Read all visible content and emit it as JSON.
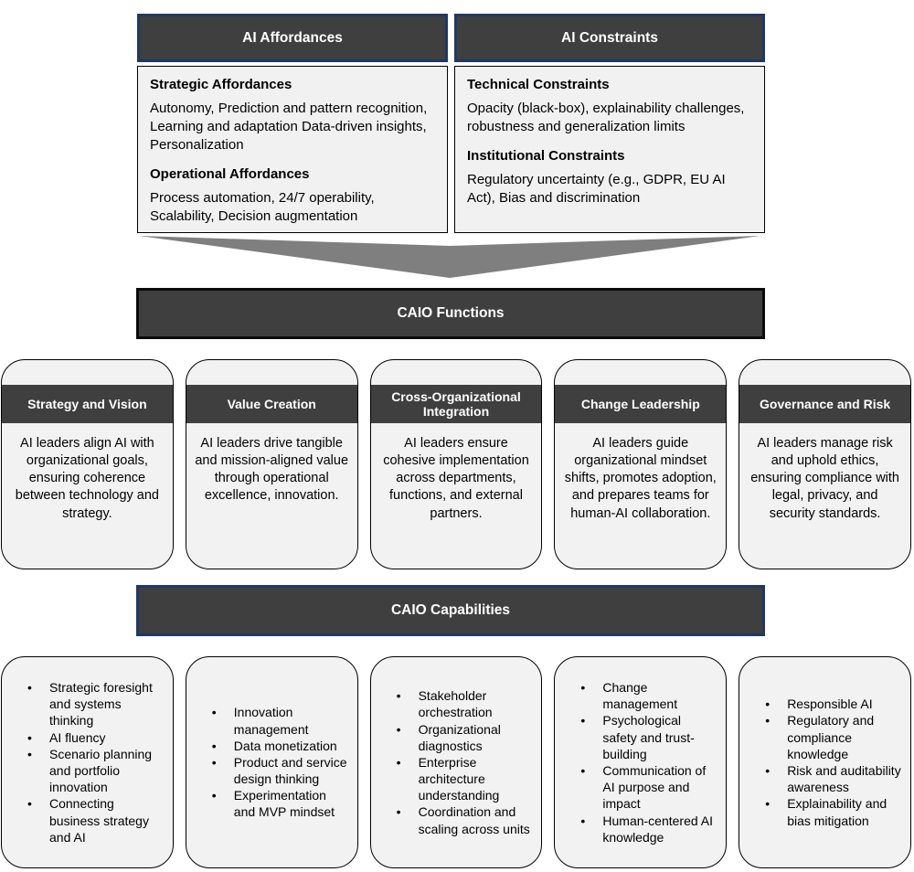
{
  "top": {
    "affordances": {
      "title": "AI Affordances",
      "sections": [
        {
          "heading": "Strategic Affordances",
          "text": "Autonomy, Prediction and pattern recognition, Learning and adaptation Data-driven insights, Personalization"
        },
        {
          "heading": "Operational Affordances",
          "text": "Process automation, 24/7 operability, Scalability, Decision augmentation"
        }
      ]
    },
    "constraints": {
      "title": "AI Constraints",
      "sections": [
        {
          "heading": "Technical Constraints",
          "text": "Opacity (black-box), explainability challenges, robustness and generalization limits"
        },
        {
          "heading": "Institutional Constraints",
          "text": "Regulatory uncertainty (e.g., GDPR, EU AI Act), Bias and discrimination"
        }
      ]
    }
  },
  "functions_banner": "CAIO Functions",
  "functions": [
    {
      "title": "Strategy and Vision",
      "text": "AI leaders align AI with organizational goals, ensuring coherence between technology and strategy."
    },
    {
      "title": "Value Creation",
      "text": "AI leaders drive tangible and mission-aligned value through operational excellence, innovation."
    },
    {
      "title": "Cross-Organizational Integration",
      "text": "AI leaders ensure cohesive implementation across departments, functions, and external partners."
    },
    {
      "title": "Change Leadership",
      "text": "AI leaders guide organizational mindset shifts, promotes adoption, and prepares teams for human-AI collaboration."
    },
    {
      "title": "Governance and Risk",
      "text": "AI leaders manage risk and uphold ethics, ensuring compliance with legal, privacy, and security standards."
    }
  ],
  "capabilities_banner": "CAIO Capabilities",
  "capabilities": [
    {
      "items": [
        "Strategic foresight and systems thinking",
        "AI fluency",
        "Scenario planning and portfolio innovation",
        "Connecting business strategy and AI"
      ]
    },
    {
      "items": [
        "Innovation management",
        "Data monetization",
        "Product and service design thinking",
        "Experimentation and MVP mindset"
      ]
    },
    {
      "items": [
        "Stakeholder orchestration",
        "Organizational diagnostics",
        "Enterprise architecture understanding",
        "Coordination and scaling across units"
      ]
    },
    {
      "items": [
        "Change management",
        "Psychological safety and trust-building",
        "Communication of AI purpose and impact",
        "Human-centered AI knowledge"
      ]
    },
    {
      "items": [
        "Responsible AI",
        "Regulatory and compliance knowledge",
        "Risk and auditability awareness",
        "Explainability and bias mitigation"
      ]
    }
  ],
  "colors": {
    "header_fill": "#3F3F3F",
    "navy_border": "#1F3864",
    "light_fill": "#F2F2F2",
    "arrow_gray": "#7F7F7F"
  }
}
